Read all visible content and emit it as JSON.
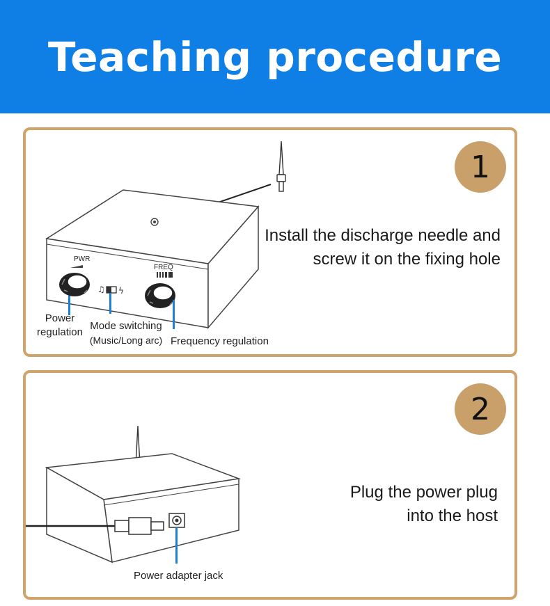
{
  "header": {
    "title": "Teaching procedure"
  },
  "step1": {
    "number": "1",
    "instruction_line1": "Install the discharge needle and",
    "instruction_line2": "screw it on the fixing hole",
    "panel_labels": {
      "pwr": "PWR",
      "freq": "FREQ"
    },
    "callouts": {
      "power_line1": "Power",
      "power_line2": "regulation",
      "mode_line1": "Mode switching",
      "mode_line2": "(Music/Long arc)",
      "frequency": "Frequency regulation"
    }
  },
  "step2": {
    "number": "2",
    "instruction_line1": "Plug the power plug",
    "instruction_line2": "into the host",
    "callouts": {
      "jack": "Power adapter jack"
    }
  },
  "colors": {
    "header_blue": "#0f7fe6",
    "panel_border": "#cfa36a",
    "badge": "#c9a06a",
    "callout_blue": "#1e7fd6"
  }
}
